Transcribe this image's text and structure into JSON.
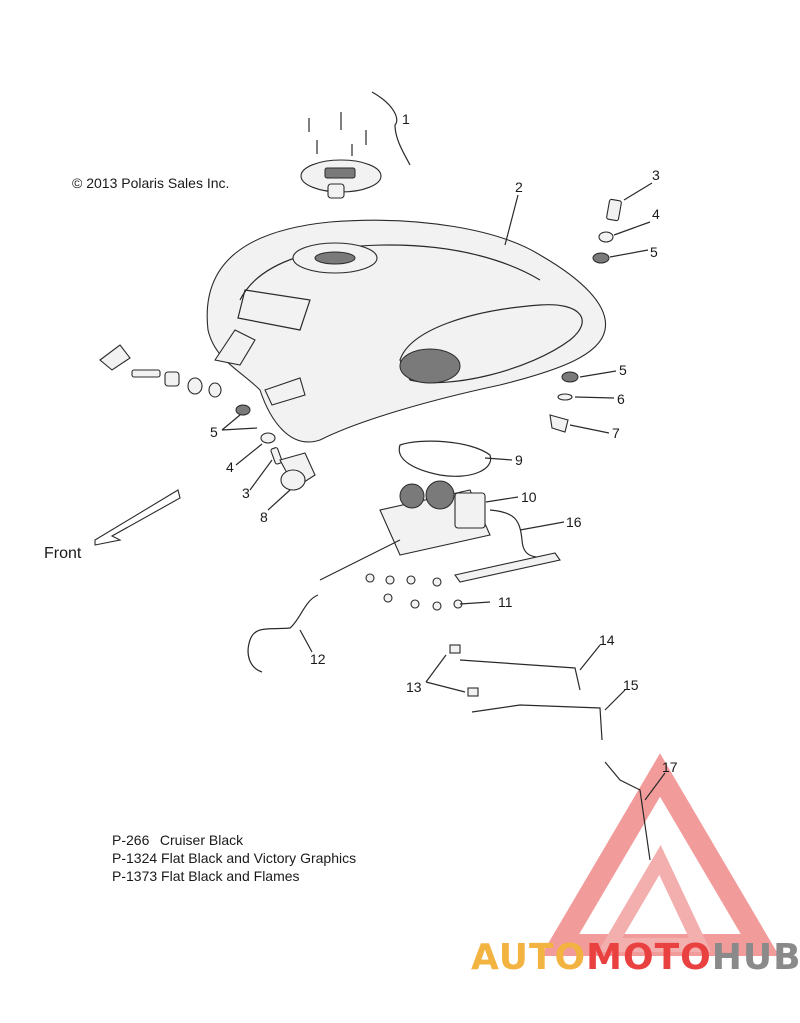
{
  "copyright": "© 2013 Polaris Sales Inc.",
  "front_label": "Front",
  "callouts": [
    {
      "id": "c1",
      "label": "1"
    },
    {
      "id": "c2",
      "label": "2"
    },
    {
      "id": "c3a",
      "label": "3"
    },
    {
      "id": "c4a",
      "label": "4"
    },
    {
      "id": "c5a",
      "label": "5"
    },
    {
      "id": "c5b",
      "label": "5"
    },
    {
      "id": "c6",
      "label": "6"
    },
    {
      "id": "c7",
      "label": "7"
    },
    {
      "id": "c9",
      "label": "9"
    },
    {
      "id": "c10",
      "label": "10"
    },
    {
      "id": "c16",
      "label": "16"
    },
    {
      "id": "c5c",
      "label": "5"
    },
    {
      "id": "c4b",
      "label": "4"
    },
    {
      "id": "c3b",
      "label": "3"
    },
    {
      "id": "c8",
      "label": "8"
    },
    {
      "id": "c11",
      "label": "11"
    },
    {
      "id": "c12",
      "label": "12"
    },
    {
      "id": "c14",
      "label": "14"
    },
    {
      "id": "c13",
      "label": "13"
    },
    {
      "id": "c15",
      "label": "15"
    },
    {
      "id": "c17",
      "label": "17"
    }
  ],
  "notes": [
    {
      "code": "P-266",
      "text": "Cruiser Black"
    },
    {
      "code": "P-1324",
      "text": "Flat Black and Victory Graphics"
    },
    {
      "code": "P-1373",
      "text": "Flat Black and Flames"
    }
  ],
  "watermark": {
    "part1": "AUTO",
    "part2": "MOTO",
    "part3": "HUB",
    "color_orange": "#f3b340",
    "color_red": "#e94040",
    "color_gray": "#8a8a8a"
  }
}
